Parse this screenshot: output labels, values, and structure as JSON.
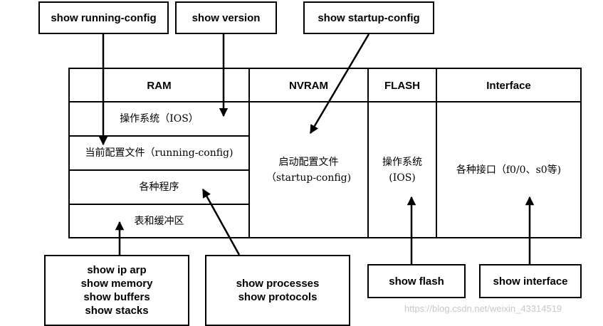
{
  "commands": {
    "running_config": "show running-config",
    "version": "show version",
    "startup_config": "show startup-config",
    "ram_group": [
      "show ip arp",
      "show memory",
      "show buffers",
      "show stacks"
    ],
    "processes_group": [
      "show processes",
      "show protocols"
    ],
    "flash": "show flash",
    "interface": "show interface"
  },
  "table": {
    "headers": [
      "RAM",
      "NVRAM",
      "FLASH",
      "Interface"
    ],
    "ram_rows": [
      "操作系统（IOS）",
      "当前配置文件（running-config)",
      "各种程序",
      "表和缓冲区"
    ],
    "nvram": [
      "启动配置文件",
      "（startup-config)"
    ],
    "flash": [
      "操作系统",
      "(IOS)"
    ],
    "interface": "各种接口（f0/0、s0等)"
  },
  "watermark": "https://blog.csdn.net/weixin_43314519"
}
